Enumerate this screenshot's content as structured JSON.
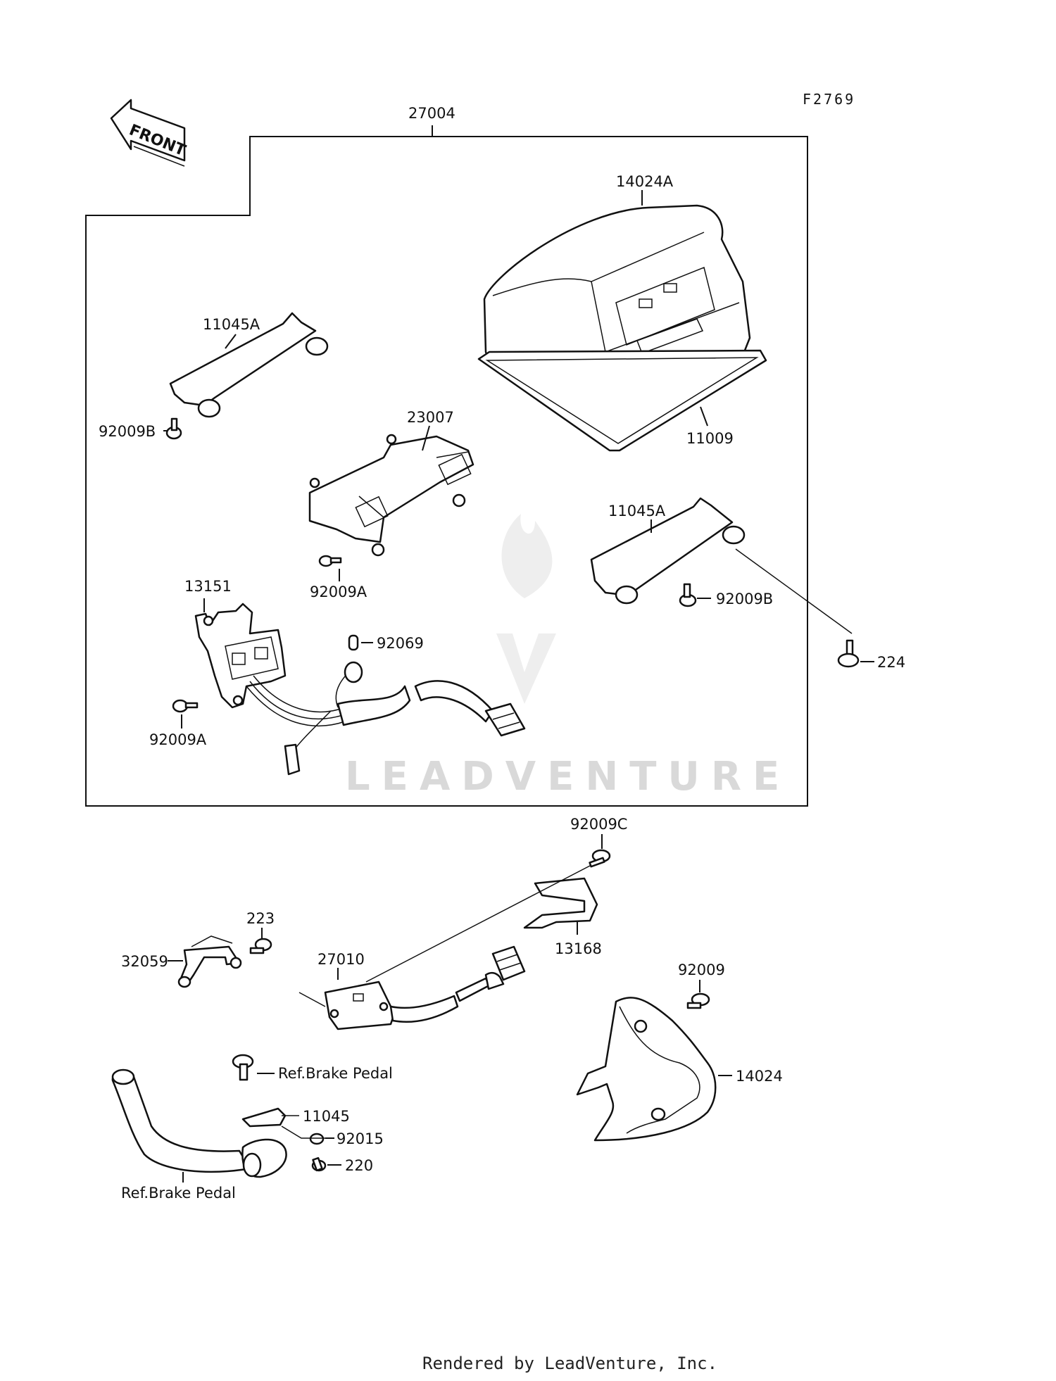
{
  "diagram": {
    "code": "F2769",
    "front_arrow_text": "FRONT",
    "watermark": "LEADVENTURE",
    "footer": "Rendered by LeadVenture, Inc.",
    "labels": {
      "p27004": "27004",
      "p14024A": "14024A",
      "p11045A_1": "11045A",
      "p92009B_1": "92009B",
      "p23007": "23007",
      "p11009": "11009",
      "p11045A_2": "11045A",
      "p92009A_1": "92009A",
      "p92009B_2": "92009B",
      "p13151": "13151",
      "p92069": "92069",
      "p224": "224",
      "p92009A_2": "92009A",
      "p92009C": "92009C",
      "p223": "223",
      "p32059": "32059",
      "p27010": "27010",
      "p13168": "13168",
      "p92009": "92009",
      "p14024": "14024",
      "ref_brake_1": "Ref.Brake Pedal",
      "p11045": "11045",
      "p92015": "92015",
      "p220": "220",
      "ref_brake_2": "Ref.Brake Pedal"
    }
  }
}
